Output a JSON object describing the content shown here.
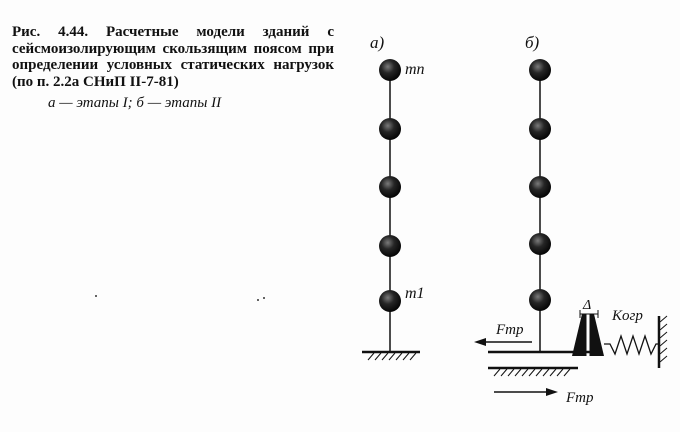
{
  "caption": {
    "text": "Рис. 4.44. Расчетные модели зданий с сейсмоизолирующим скользящим поясом при определении условных статических нагрузок (по п. 2.2а СНиП II-7-81)",
    "legend": "а — этапы I; б — этапы II"
  },
  "diagram": {
    "panel_a_label": "а)",
    "panel_b_label": "б)",
    "mass_top_label": "mп",
    "mass_bottom_label": "m1",
    "friction_force_label": "Fтр",
    "friction_force_bottom_label": "Fтр",
    "delta_label": "Δ",
    "spring_label": "Kогр",
    "mass_count": 5
  }
}
